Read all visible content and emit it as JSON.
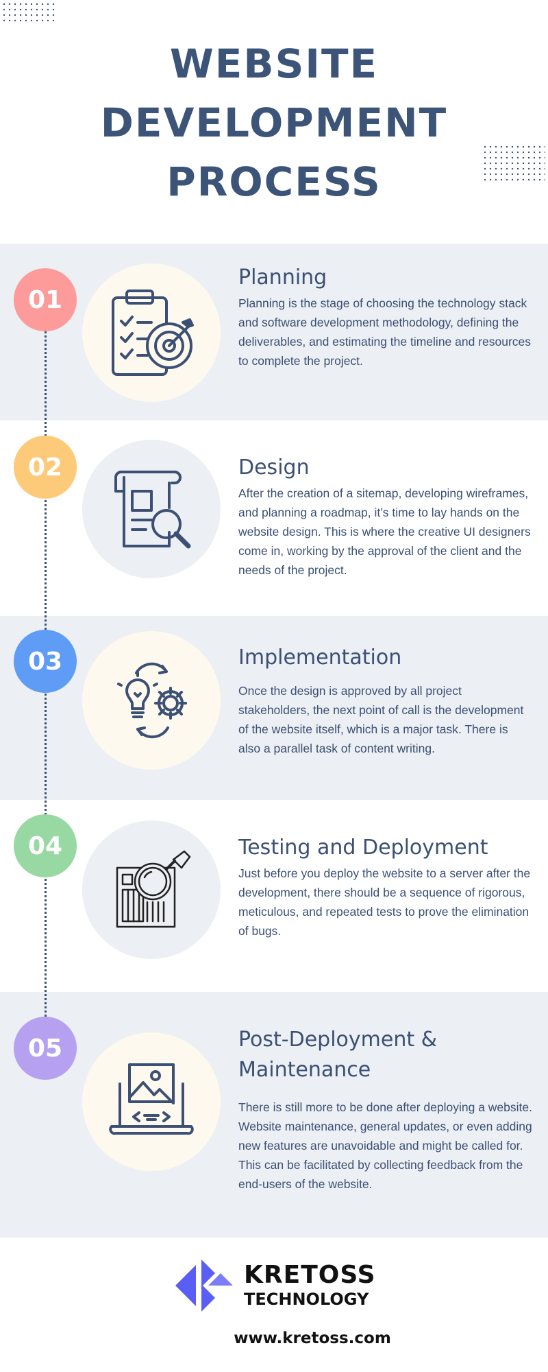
{
  "title": {
    "line1": "WEBSITE",
    "line2": "DEVELOPMENT",
    "line3": "PROCESS"
  },
  "colors": {
    "primary": "#3b5074",
    "band_gray": "#eceff3",
    "cream": "#fdf9ee",
    "light_gray": "#eceff3",
    "badge_1": "#fd9b9b",
    "badge_2": "#fdca7a",
    "badge_3": "#5f9cf6",
    "badge_4": "#98d8a2",
    "badge_5": "#b5a1f0",
    "logo_blue": "#5b5ef5"
  },
  "steps": [
    {
      "number": "01",
      "title": "Planning",
      "description": "Planning is the stage of choosing the technology stack and software development methodology, defining the deliverables, and estimating the timeline and resources to complete the project.",
      "icon": "clipboard-target-icon"
    },
    {
      "number": "02",
      "title": "Design",
      "description": "After the creation of a sitemap, developing wireframes, and planning a roadmap, it’s time to lay hands on the website design. This is where the creative UI designers come in, working by the approval of the client and the needs of the project.",
      "icon": "document-magnifier-icon"
    },
    {
      "number": "03",
      "title": "Implementation",
      "description": "Once the design is approved by all project stakeholders, the next point of call is the development of the website itself, which is a major task. There is also a parallel task of content writing.",
      "icon": "bulb-gear-icon"
    },
    {
      "number": "04",
      "title": "Testing and Deployment",
      "description": "Just before you deploy the website to a server after the development, there should be a sequence of rigorous, meticulous, and repeated tests to prove the elimination of bugs.",
      "icon": "magnifier-report-icon"
    },
    {
      "number": "05",
      "title": "Post-Deployment & Maintenance",
      "description": "There is still more to be done after deploying a website. Website maintenance, general updates, or even adding new features are unavoidable and might be called for. This can be facilitated by collecting feedback from the end-users of the website.",
      "icon": "laptop-image-icon"
    }
  ],
  "footer": {
    "brand_name": "KRETOSS",
    "brand_sub": "TECHNOLOGY",
    "website": "www.kretoss.com",
    "logo_icon": "kretoss-logo-icon"
  }
}
